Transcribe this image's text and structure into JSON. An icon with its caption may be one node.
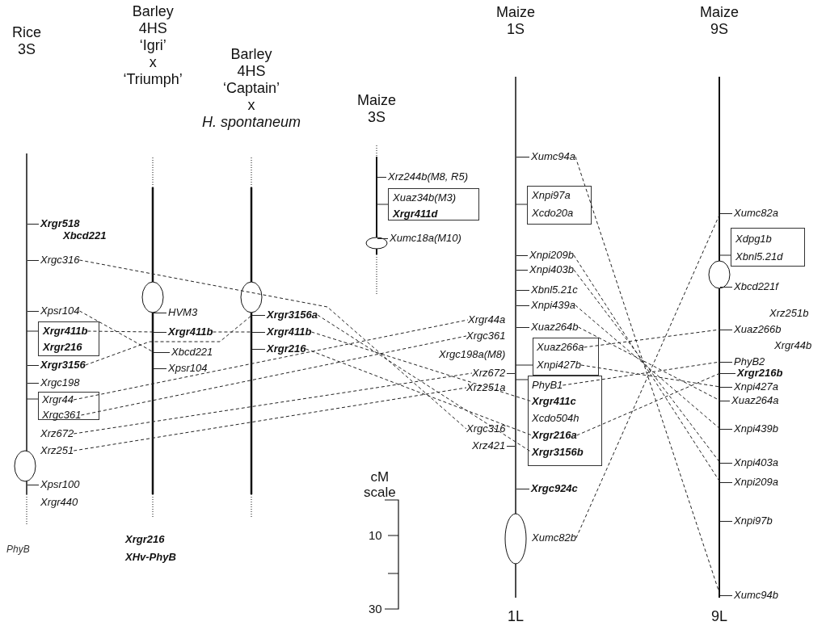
{
  "diagram": {
    "nodes": [
      {
        "text": [
          "Xrgr518"
        ]
      },
      {
        "text": [
          "Xbcd221"
        ]
      },
      {
        "text": [
          "Xrgc316"
        ]
      },
      {
        "text": [
          "Xpsr104"
        ]
      },
      {
        "text": [],
        "shape": "box"
      },
      {
        "text": [
          "Xrgr411b"
        ],
        "in": 4
      },
      {
        "text": [
          "Xrgr216"
        ],
        "in": 4
      },
      {
        "text": [
          "Xrgr3156"
        ]
      },
      {
        "text": [
          "Xrgc198"
        ]
      },
      {
        "text": [],
        "shape": "box"
      },
      {
        "text": [
          "Xrgr44"
        ],
        "in": 9
      },
      {
        "text": [
          "Xrgc361"
        ],
        "in": 9
      },
      {
        "text": [
          "Xrz672"
        ]
      },
      {
        "text": [
          "Xrz251"
        ]
      },
      {
        "text": [
          "Xpsr100"
        ]
      },
      {
        "text": [
          "Xrgr440"
        ]
      },
      {
        "text": [
          "HVM3"
        ]
      },
      {
        "text": [
          "Xrgr411b"
        ]
      },
      {
        "text": [
          "Xbcd221"
        ]
      },
      {
        "text": [
          "Xpsr104"
        ]
      },
      {
        "text": [
          "Xrgr3156a"
        ]
      },
      {
        "text": [
          "Xrgr411b"
        ]
      },
      {
        "text": [
          "Xrgr216"
        ]
      },
      {
        "text": [
          "Xrz244b(M8, R5)"
        ]
      },
      {
        "text": [],
        "shape": "box"
      },
      {
        "text": [
          "Xuaz34b(M3)"
        ],
        "in": 24
      },
      {
        "text": [
          "Xrgr411d"
        ],
        "in": 24
      },
      {
        "text": [
          "Xumc18a(M10)"
        ]
      },
      {
        "text": [
          "Xrgr44a"
        ]
      },
      {
        "text": [
          "Xrgc361"
        ]
      },
      {
        "text": [
          "Xrgc198a(M8)"
        ]
      },
      {
        "text": [
          "Xrz672"
        ]
      },
      {
        "text": [
          "Xrz251a"
        ]
      },
      {
        "text": [
          "Xrgc316"
        ]
      },
      {
        "text": [
          "Xrz421"
        ]
      },
      {
        "text": [
          "Xumc94a"
        ]
      },
      {
        "text": [],
        "shape": "box"
      },
      {
        "text": [
          "Xnpi97a"
        ],
        "in": 36
      },
      {
        "text": [
          "Xcdo20a"
        ],
        "in": 36
      },
      {
        "text": [
          "Xnpi209b"
        ]
      },
      {
        "text": [
          "Xnpi403b"
        ]
      },
      {
        "text": [
          "Xbnl5.21c"
        ]
      },
      {
        "text": [
          "Xnpi439a"
        ]
      },
      {
        "text": [
          "Xuaz264b"
        ]
      },
      {
        "text": [],
        "shape": "box"
      },
      {
        "text": [
          "Xuaz266a"
        ],
        "in": 44
      },
      {
        "text": [
          "Xnpi427b"
        ],
        "in": 44
      },
      {
        "text": [],
        "shape": "box"
      },
      {
        "text": [
          "PhyB1"
        ],
        "in": 47
      },
      {
        "text": [
          "Xrgr411c"
        ],
        "in": 47
      },
      {
        "text": [
          "Xcdo504h"
        ],
        "in": 47
      },
      {
        "text": [
          "Xrgr216a"
        ],
        "in": 47
      },
      {
        "text": [
          "Xrgr3156b"
        ],
        "in": 47
      },
      {
        "text": [
          "Xrgc924c"
        ]
      },
      {
        "text": [
          "Xumc82b"
        ]
      },
      {
        "text": [
          "Xumc82a"
        ]
      },
      {
        "text": [],
        "shape": "box"
      },
      {
        "text": [
          "Xdpg1b"
        ],
        "in": 56
      },
      {
        "text": [
          "Xbnl5.21d"
        ],
        "in": 56
      },
      {
        "text": [
          "Xbcd221f"
        ]
      },
      {
        "text": [
          "Xrz251b"
        ]
      },
      {
        "text": [
          "Xuaz266b"
        ]
      },
      {
        "text": [
          "Xrgr44b"
        ]
      },
      {
        "text": [
          "PhyB2"
        ]
      },
      {
        "text": [
          "Xrgr216b"
        ]
      },
      {
        "text": [
          "Xnpi427a"
        ]
      },
      {
        "text": [
          "Xuaz264a"
        ]
      },
      {
        "text": [
          "Xnpi439b"
        ]
      },
      {
        "text": [
          "Xnpi403a"
        ]
      },
      {
        "text": [
          "Xnpi209a"
        ]
      },
      {
        "text": [
          "Xnpi97b"
        ]
      },
      {
        "text": [
          "Xumc94b"
        ]
      }
    ],
    "edges": [
      {
        "from": 2,
        "to": 33,
        "arrow": "none",
        "style": "dashed"
      },
      {
        "from": 3,
        "to": 18,
        "arrow": "none",
        "style": "dashed"
      },
      {
        "from": 5,
        "to": 17,
        "arrow": "none",
        "style": "dashed"
      },
      {
        "from": 17,
        "to": 21,
        "arrow": "none",
        "style": "dashed"
      },
      {
        "from": 7,
        "to": 20,
        "arrow": "none",
        "style": "dashed"
      },
      {
        "from": 10,
        "to": 28,
        "arrow": "none",
        "style": "dashed"
      },
      {
        "from": 11,
        "to": 29,
        "arrow": "none",
        "style": "dashed"
      },
      {
        "from": 12,
        "to": 31,
        "arrow": "none",
        "style": "dashed"
      },
      {
        "from": 13,
        "to": 32,
        "arrow": "none",
        "style": "dashed"
      },
      {
        "from": 20,
        "to": 52,
        "arrow": "none",
        "style": "dashed"
      },
      {
        "from": 21,
        "to": 49,
        "arrow": "none",
        "style": "dashed"
      },
      {
        "from": 22,
        "to": 51,
        "arrow": "none",
        "style": "dashed"
      },
      {
        "from": 35,
        "to": 71,
        "arrow": "none",
        "style": "dashed"
      },
      {
        "from": 39,
        "to": 69,
        "arrow": "none",
        "style": "dashed"
      },
      {
        "from": 40,
        "to": 68,
        "arrow": "none",
        "style": "dashed"
      },
      {
        "from": 42,
        "to": 67,
        "arrow": "none",
        "style": "dashed"
      },
      {
        "from": 43,
        "to": 66,
        "arrow": "none",
        "style": "dashed"
      },
      {
        "from": 45,
        "to": 61,
        "arrow": "none",
        "style": "dashed"
      },
      {
        "from": 46,
        "to": 65,
        "arrow": "none",
        "style": "dashed"
      },
      {
        "from": 48,
        "to": 63,
        "arrow": "none",
        "style": "dashed"
      },
      {
        "from": 51,
        "to": 64,
        "arrow": "none",
        "style": "dashed"
      },
      {
        "from": 54,
        "to": 55,
        "arrow": "none",
        "style": "dashed"
      }
    ],
    "labels": [
      "Barley 4HS ‘Igri’ x ‘Triumph’",
      "Maize 1S",
      "Maize 9S",
      "Barley 4HS ‘Captain’ x *H. spontaneum*",
      "Maize 3S",
      "Rice 3S",
      "cM scale",
      "10",
      "PhyB",
      "Xrgr216",
      "XHv-PhyB",
      "30",
      "1L",
      "9L"
    ]
  }
}
